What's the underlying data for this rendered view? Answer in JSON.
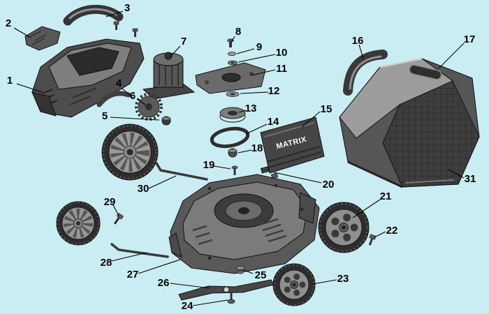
{
  "colors": {
    "background": "#c9edf2",
    "part_dark": "#3a3a3a",
    "part_mid": "#707070",
    "part_light": "#a3a3a3",
    "label_color": "#000000"
  },
  "flap": {
    "brand_text": "MATRIX"
  },
  "labels": [
    {
      "n": "1"
    },
    {
      "n": "2"
    },
    {
      "n": "3"
    },
    {
      "n": "4"
    },
    {
      "n": "5"
    },
    {
      "n": "6"
    },
    {
      "n": "7"
    },
    {
      "n": "8"
    },
    {
      "n": "9"
    },
    {
      "n": "10"
    },
    {
      "n": "11"
    },
    {
      "n": "12"
    },
    {
      "n": "13"
    },
    {
      "n": "14"
    },
    {
      "n": "15"
    },
    {
      "n": "16"
    },
    {
      "n": "17"
    },
    {
      "n": "18"
    },
    {
      "n": "19"
    },
    {
      "n": "20"
    },
    {
      "n": "21"
    },
    {
      "n": "22"
    },
    {
      "n": "23"
    },
    {
      "n": "24"
    },
    {
      "n": "25"
    },
    {
      "n": "26"
    },
    {
      "n": "27"
    },
    {
      "n": "28"
    },
    {
      "n": "29"
    },
    {
      "n": "30"
    },
    {
      "n": "31"
    }
  ]
}
